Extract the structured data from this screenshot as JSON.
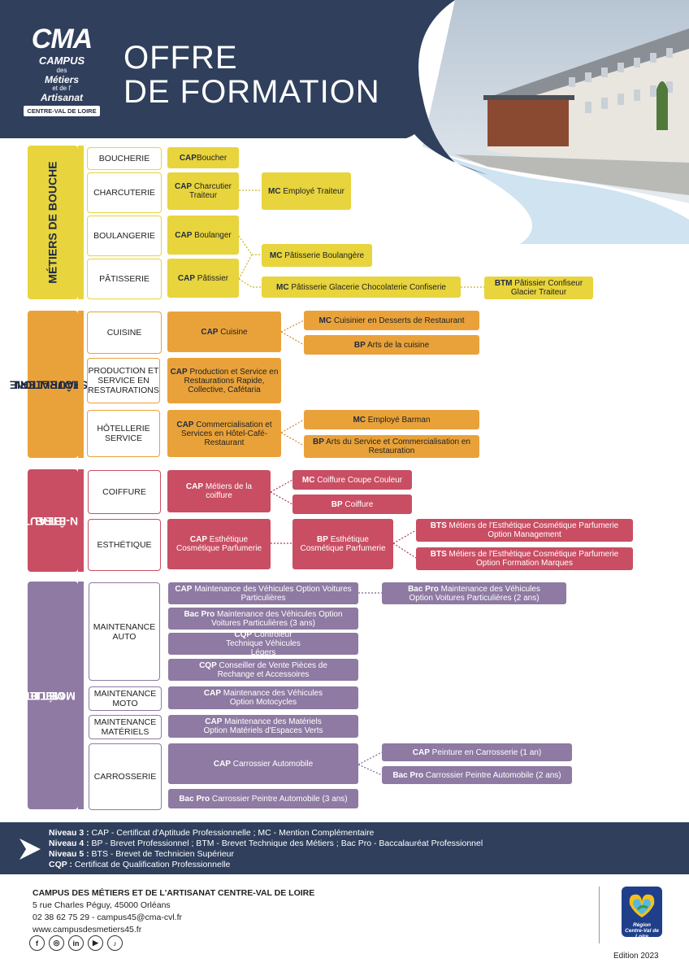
{
  "brand": {
    "logo": "CMA",
    "campus": "CAMPUS",
    "des": "des",
    "metiers": "Métiers",
    "et": "et de l'",
    "artisanat": "Artisanat",
    "region": "CENTRE-VAL DE LOIRE"
  },
  "title": {
    "line1": "OFFRE",
    "line2": "DE FORMATION"
  },
  "colors": {
    "navy": "#2f3f5c",
    "yellow": "#e8d43c",
    "orange": "#e9a23a",
    "red": "#c94e63",
    "violet": "#8e7aa2"
  },
  "sections": {
    "bouche": {
      "label": "MÉTIERS DE BOUCHE",
      "categories": [
        "BOUCHERIE",
        "CHARCUTERIE",
        "BOULANGERIE",
        "PÂTISSERIE"
      ],
      "boxes": [
        {
          "b": "CAP",
          "t": " Boucher"
        },
        {
          "b": "CAP",
          "t": " Charcutier Traiteur"
        },
        {
          "b": "MC",
          "t": " Employé Traiteur"
        },
        {
          "b": "CAP",
          "t": " Boulanger"
        },
        {
          "b": "MC",
          "t": " Pâtisserie Boulangère"
        },
        {
          "b": "CAP",
          "t": " Pâtissier"
        },
        {
          "b": "MC",
          "t": " Pâtisserie Glacerie Chocolaterie Confiserie"
        },
        {
          "b": "BTM",
          "t": " Pâtissier Confiseur Glacier Traiteur"
        }
      ]
    },
    "hotel": {
      "label1": "HÔTELLERIE",
      "label2": "RESTAURATION",
      "categories": [
        "CUISINE",
        "PRODUCTION ET SERVICE EN RESTAURATIONS",
        "HÔTELLERIE SERVICE"
      ],
      "boxes": [
        {
          "b": "CAP",
          "t": " Cuisine"
        },
        {
          "b": "MC",
          "t": " Cuisinier en Desserts de Restaurant"
        },
        {
          "b": "BP",
          "t": " Arts de la cuisine"
        },
        {
          "b": "CAP",
          "t": " Production et Service en Restaurations Rapide, Collective, Cafétaria"
        },
        {
          "b": "CAP",
          "t": " Commercialisation et Services en Hôtel-Café-Restaurant"
        },
        {
          "b": "MC",
          "t": " Employé Barman"
        },
        {
          "b": "BP",
          "t": " Arts du Service et Commercialisation en Restauration"
        }
      ]
    },
    "beaute": {
      "label1": "BEAUTÉ",
      "label2": "BIEN-ÊTRE",
      "categories": [
        "COIFFURE",
        "ESTHÉTIQUE"
      ],
      "boxes": [
        {
          "b": "CAP",
          "t": " Métiers de la coiffure"
        },
        {
          "b": "MC",
          "t": " Coiffure Coupe Couleur"
        },
        {
          "b": "BP",
          "t": " Coiffure"
        },
        {
          "b": "CAP",
          "t": " Esthétique Cosmétique Parfumerie"
        },
        {
          "b": "BP",
          "t": " Esthétique Cosmétique Parfumerie"
        },
        {
          "b": "BTS",
          "t": " Métiers de l'Esthétique Cosmétique Parfumerie Option Management"
        },
        {
          "b": "BTS",
          "t": " Métiers de l'Esthétique Cosmétique Parfumerie Option Formation Marques"
        }
      ]
    },
    "mobilite": {
      "label1": "MÉTIERS",
      "label2": "DE LA MOBILITÉ",
      "categories": [
        "MAINTENANCE AUTO",
        "MAINTENANCE MOTO",
        "MAINTENANCE MATÉRIELS",
        "CARROSSERIE"
      ],
      "boxes": [
        {
          "b": "CAP",
          "t": " Maintenance des Véhicules Option Voitures Particulières"
        },
        {
          "b": "Bac Pro",
          "t": " Maintenance des Véhicules Option Voitures Particulières (2 ans)"
        },
        {
          "b": "Bac Pro",
          "t": " Maintenance des Véhicules Option Voitures Particulières (3 ans)"
        },
        {
          "b": "CQP",
          "t": " Contrôleur Technique Véhicules Légers"
        },
        {
          "b": "CQP",
          "t": " Conseiller de Vente Pièces de Rechange et Accessoires"
        },
        {
          "b": "CAP",
          "t": " Maintenance des Véhicules Option Motocycles"
        },
        {
          "b": "CAP",
          "t": " Maintenance des Matériels Option Matériels d'Espaces Verts"
        },
        {
          "b": "CAP",
          "t": " Carrossier Automobile"
        },
        {
          "b": "CAP",
          "t": " Peinture en Carrosserie (1 an)"
        },
        {
          "b": "Bac Pro",
          "t": " Carrossier Peintre Automobile (2 ans)"
        },
        {
          "b": "Bac Pro",
          "t": " Carrossier Peintre Automobile (3 ans)"
        }
      ]
    }
  },
  "legend": [
    {
      "b": "Niveau 3 :",
      "t": " CAP - Certificat d'Aptitude Professionnelle ; MC - Mention Complémentaire"
    },
    {
      "b": "Niveau 4 :",
      "t": " BP - Brevet Professionnel ; BTM - Brevet Technique des Métiers ; Bac Pro - Baccalauréat Professionnel"
    },
    {
      "b": "Niveau 5 :",
      "t": " BTS - Brevet de Technicien Supérieur"
    },
    {
      "b": "CQP :",
      "t": " Certificat de Qualification Professionnelle"
    }
  ],
  "footer": {
    "org": "CAMPUS DES MÉTIERS ET DE L'ARTISANAT CENTRE-VAL DE LOIRE",
    "address": "5 rue Charles Péguy, 45000 Orléans",
    "contact": "02 38 62 75 29  -  campus45@cma-cvl.fr",
    "web": "www.campusdesmetiers45.fr",
    "socials": [
      {
        "icon": "facebook-icon",
        "glyph": "f"
      },
      {
        "icon": "instagram-icon",
        "glyph": "◎"
      },
      {
        "icon": "linkedin-icon",
        "glyph": "in"
      },
      {
        "icon": "youtube-icon",
        "glyph": "▶"
      },
      {
        "icon": "tiktok-icon",
        "glyph": "♪"
      }
    ],
    "region_logo": {
      "l1": "Région",
      "l2": "Centre-Val de Loire"
    },
    "edition": "Edition 2023"
  }
}
